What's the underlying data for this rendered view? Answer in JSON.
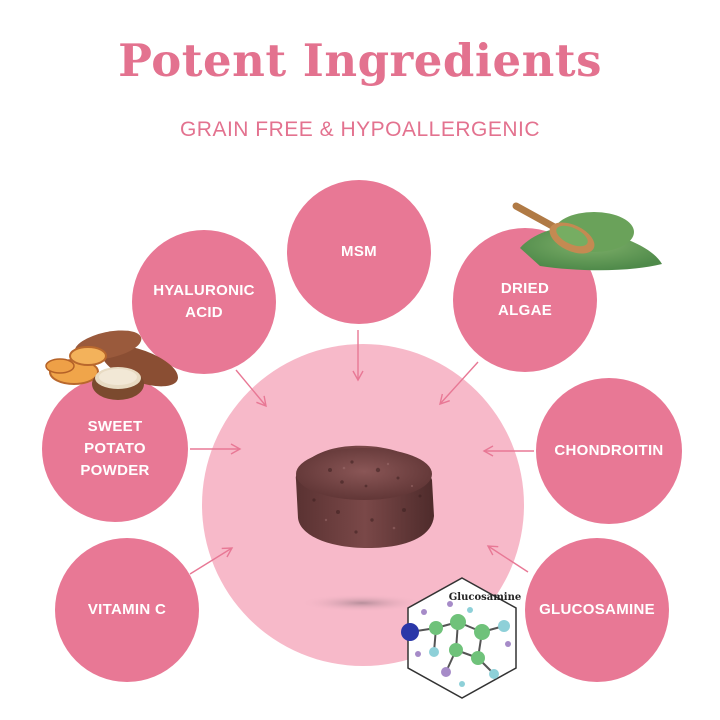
{
  "header": {
    "title": "Potent Ingredients",
    "subtitle": "GRAIN FREE & HYPOALLERGENIC"
  },
  "ingredients": {
    "msm": [
      "MSM"
    ],
    "hyaluronic_acid": [
      "HYALURONIC",
      "ACID"
    ],
    "dried_algae": [
      "DRIED",
      "ALGAE"
    ],
    "sweet_potato_powder": [
      "SWEET",
      "POTATO",
      "POWDER"
    ],
    "chondroitin": [
      "CHONDROITIN"
    ],
    "vitamin_c": [
      "VITAMIN C"
    ],
    "glucosamine": [
      "GLUCOSAMINE"
    ]
  },
  "molecule_label": "Glucosamine",
  "colors": {
    "accent_pink": "#e87895",
    "title_pink": "#e3728f",
    "center_pink": "#f7b9c9",
    "chew_brown": "#6e3f3f"
  },
  "icons": [
    "arrow-icon",
    "sweet-potato-image",
    "algae-powder-image",
    "soft-chew-image",
    "glucosamine-molecule-image"
  ]
}
